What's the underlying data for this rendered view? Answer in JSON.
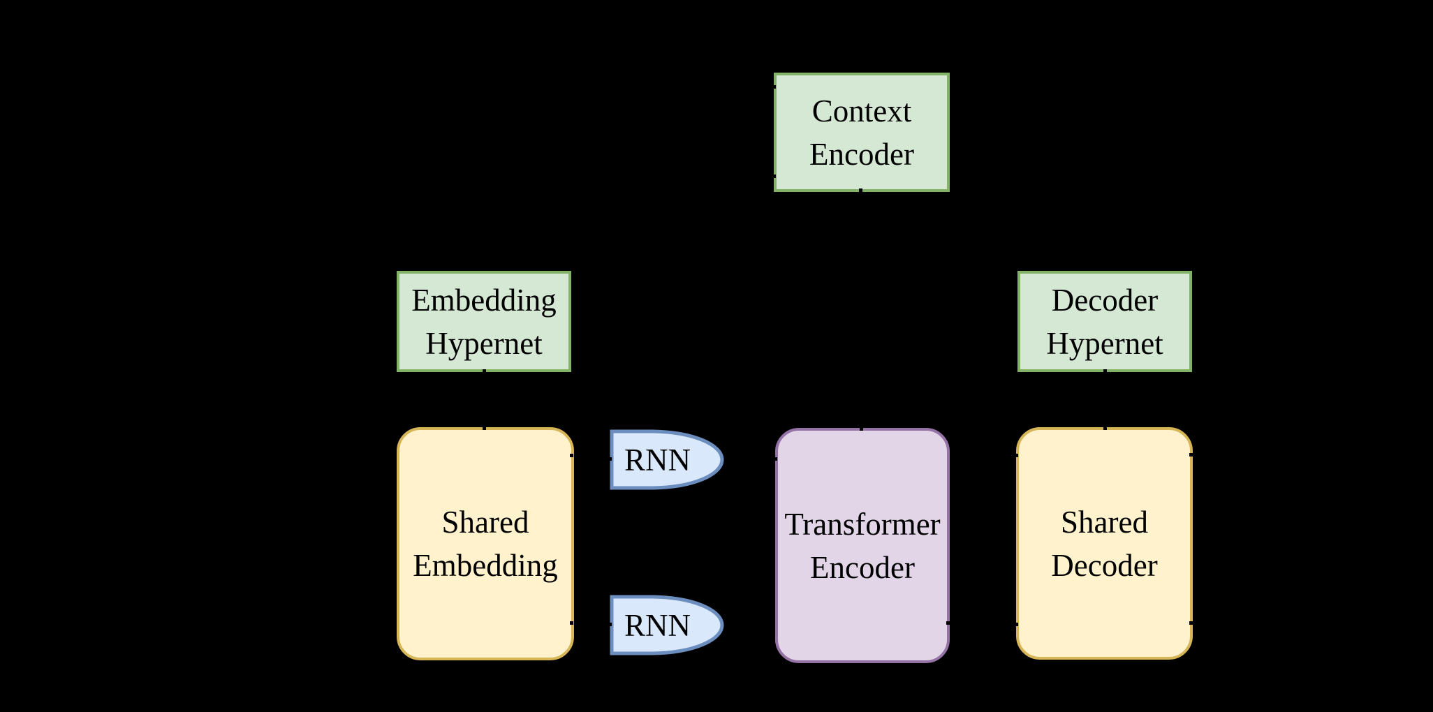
{
  "palette": {
    "background": "#000000",
    "text": "#000000",
    "connector": "#000000",
    "green_fill": "#d5e8d4",
    "green_stroke": "#82b366",
    "yellow_fill": "#fff2cc",
    "yellow_stroke": "#d6b656",
    "purple_fill": "#e1d5e7",
    "purple_stroke": "#9673a6",
    "blue_fill": "#dae8fc",
    "blue_stroke": "#6c8ebf"
  },
  "nodes": {
    "context_encoder": {
      "label": "Context\nEncoder"
    },
    "embedding_hypernet": {
      "label": "Embedding\nHypernet"
    },
    "decoder_hypernet": {
      "label": "Decoder\nHypernet"
    },
    "shared_embedding": {
      "label": "Shared\nEmbedding"
    },
    "transformer_encoder": {
      "label": "Transformer\nEncoder"
    },
    "shared_decoder": {
      "label": "Shared\nDecoder"
    },
    "rnn_top": {
      "label": "RNN"
    },
    "rnn_bottom": {
      "label": "RNN"
    }
  }
}
